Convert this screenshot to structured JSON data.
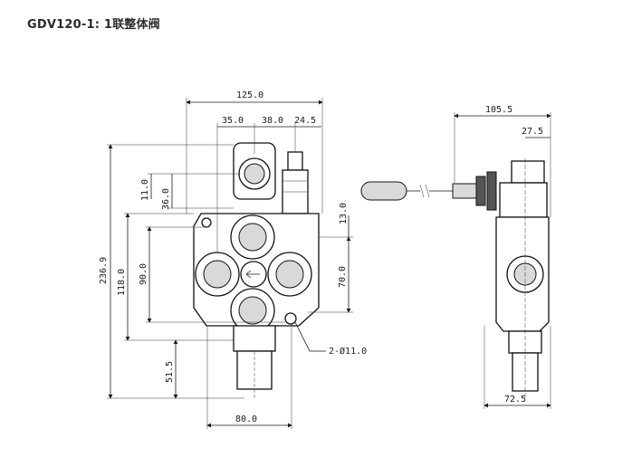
{
  "title": "GDV120-1: 1联整体阀",
  "dimensions": {
    "overall_width": "125.0",
    "d35": "35.0",
    "d38": "38.0",
    "d24": "24.5",
    "d11": "11.0",
    "d36": "36.0",
    "d13": "13.0",
    "total_height": "236.9",
    "d118": "118.0",
    "d90": "90.0",
    "d70": "70.0",
    "d51": "51.5",
    "bottom_width": "80.0",
    "holes": "2-Ø11.0",
    "side_width": "105.5",
    "side_27": "27.5",
    "side_bottom": "72.5"
  }
}
